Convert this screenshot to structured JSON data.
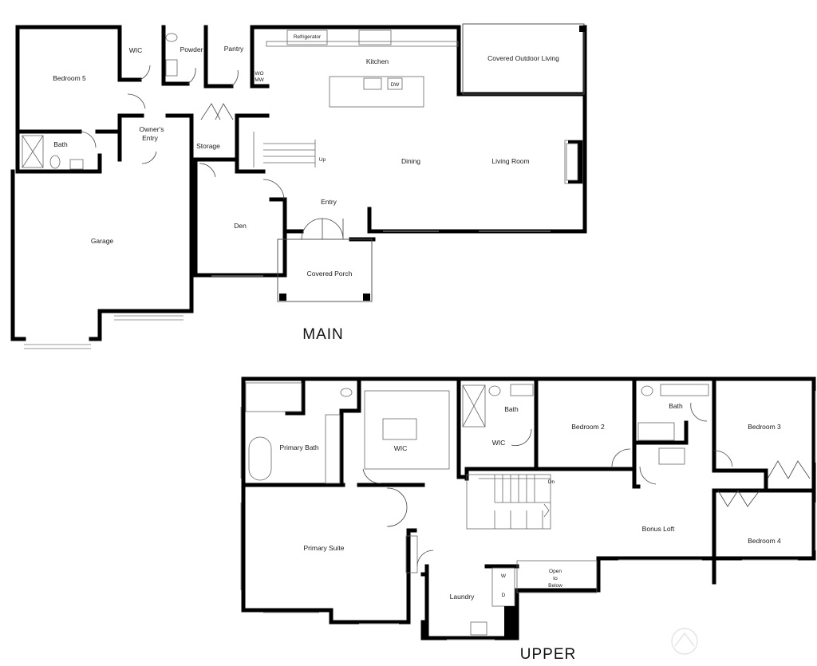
{
  "floors": {
    "main": {
      "title": "MAIN",
      "rooms": {
        "bedroom5": "Bedroom 5",
        "wic": "WIC",
        "powder": "Powder",
        "pantry": "Pantry",
        "refrigerator": "Refrigerator",
        "kitchen": "Kitchen",
        "wo": "WO",
        "mw": "MW",
        "dw": "DW",
        "covered_outdoor": "Covered Outdoor Living",
        "bath": "Bath",
        "owners_entry_1": "Owner's",
        "owners_entry_2": "Entry",
        "storage": "Storage",
        "up": "Up",
        "dining": "Dining",
        "living_room": "Living Room",
        "entry": "Entry",
        "den": "Den",
        "garage": "Garage",
        "covered_porch": "Covered Porch"
      }
    },
    "upper": {
      "title": "UPPER",
      "rooms": {
        "primary_bath": "Primary Bath",
        "wic": "WIC",
        "bath_a": "Bath",
        "wic_b": "WIC",
        "bedroom2": "Bedroom 2",
        "bath_b": "Bath",
        "bedroom3": "Bedroom 3",
        "dn": "Dn",
        "bonus_loft": "Bonus Loft",
        "primary_suite": "Primary Suite",
        "bedroom4": "Bedroom 4",
        "open_below_1": "Open",
        "open_below_2": "to",
        "open_below_3": "Below",
        "laundry": "Laundry",
        "w": "W",
        "d": "D"
      }
    }
  }
}
